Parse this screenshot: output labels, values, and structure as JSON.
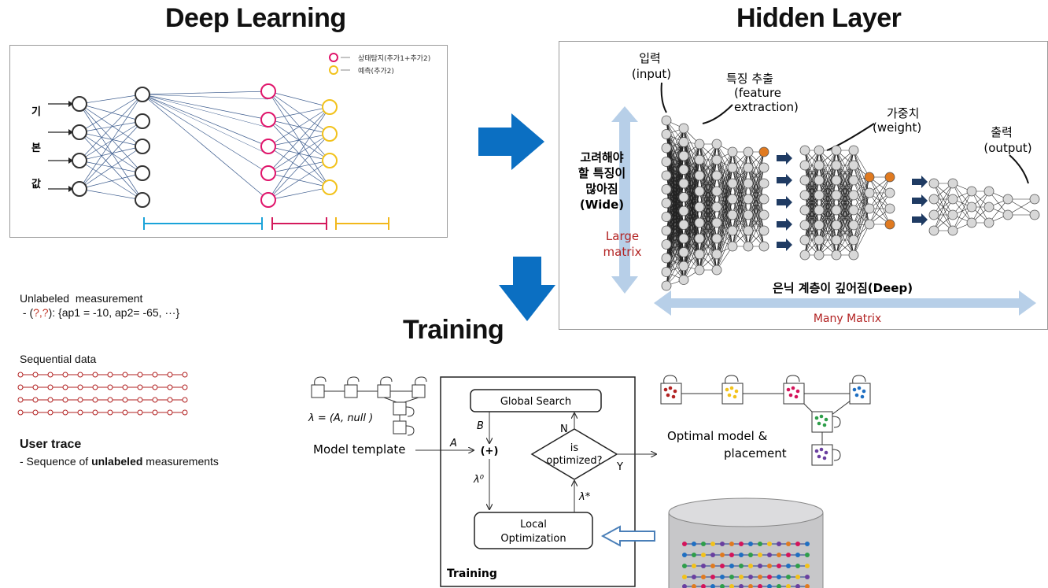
{
  "titles": {
    "deep_learning": "Deep Learning",
    "hidden_layer": "Hidden Layer",
    "training": "Training"
  },
  "deep_panel": {
    "legend": [
      {
        "label": "상태탐지(추가1+추가2)",
        "color": "#e0156b"
      },
      {
        "label": "예측(추가2)",
        "color": "#f2c21b"
      }
    ],
    "input_chars": [
      "기",
      "본",
      "값"
    ],
    "bracket_colors": [
      "#1aa3d9",
      "#d41a5c",
      "#f2b81b"
    ]
  },
  "hidden_panel": {
    "input_ko": "입력",
    "input_en": "(input)",
    "feature_ko": "특징 추출",
    "feature_en1": "(feature",
    "feature_en2": "extraction)",
    "weight_ko": "가중치",
    "weight_en": "(weight)",
    "output_ko": "출력",
    "output_en": "(output)",
    "wide_l1": "고려해야",
    "wide_l2": "할 특징이",
    "wide_l3": "많아짐",
    "wide_l4": "(Wide)",
    "large_l1": "Large",
    "large_l2": "matrix",
    "deep_label": "은닉 계층이 깊어짐(Deep)",
    "many_matrix": "Many Matrix"
  },
  "left_notes": {
    "unlabeled_title": "Unlabeled  measurement",
    "unlabeled_prefix": " - (",
    "unlabeled_q": "?,?",
    "unlabeled_rest": "): {ap1 = -10, ap2= -65, ···}",
    "sequential_title": "Sequential data",
    "user_trace_title": "User trace",
    "user_trace_pre": "- Sequence of ",
    "user_trace_bold": "unlabeled",
    "user_trace_post": " measurements"
  },
  "training_panel": {
    "lambda_def": "λ = (A, null )",
    "model_template": "Model template",
    "A": "A",
    "B": "B",
    "plus": "(+)",
    "lambda0": "λ⁰",
    "lambda_star": "λ*",
    "N": "N",
    "Y": "Y",
    "global_search": "Global Search",
    "is": "is",
    "optimized": "optimized?",
    "local1": "Local",
    "local2": "Optimization",
    "training_label": "Training",
    "optimal1": "Optimal model &",
    "optimal2": "placement"
  },
  "colors": {
    "arrow_blue": "#0b6fc2",
    "light_blue": "#b7cfe8",
    "navy": "#1f3b63",
    "orange_node": "#e07a20",
    "pink_node": "#e0156b",
    "yellow_node": "#f2c21b",
    "large_matrix_red": "#b22222",
    "many_matrix_red": "#b22222"
  }
}
